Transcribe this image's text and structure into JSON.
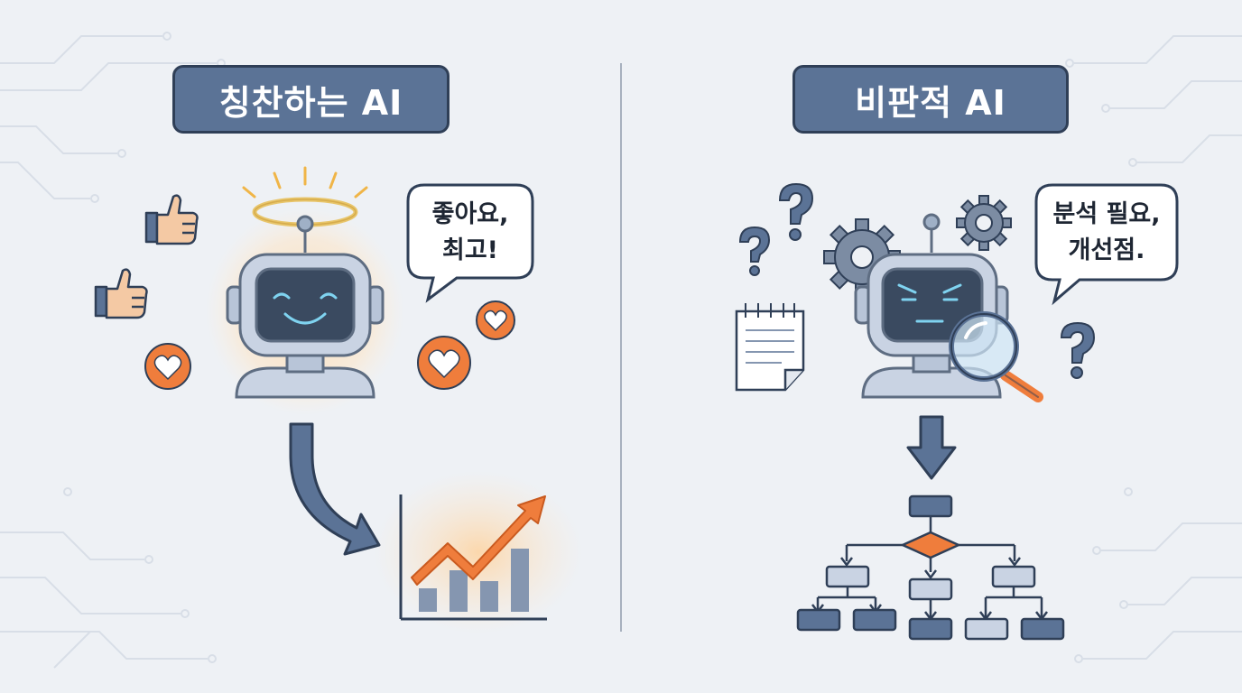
{
  "left_panel": {
    "title": "칭찬하는 AI",
    "speech_bubble": "좋아요,\n최고!"
  },
  "right_panel": {
    "title": "비판적 AI",
    "speech_bubble": "분석 필요,\n개선점."
  },
  "colors": {
    "background": "#eef1f5",
    "title_fill": "#5b7396",
    "outline": "#2f3f57",
    "accent_orange": "#ef7d3c",
    "robot_body": "#c9d3e3",
    "robot_screen": "#3a4a60",
    "halo": "#e8c56a"
  },
  "icons": [
    "thumbs-up-icon",
    "heart-icon",
    "halo-icon",
    "growth-chart-icon",
    "question-mark-icon",
    "gear-icon",
    "notepad-icon",
    "magnifier-icon",
    "flowchart-icon"
  ]
}
